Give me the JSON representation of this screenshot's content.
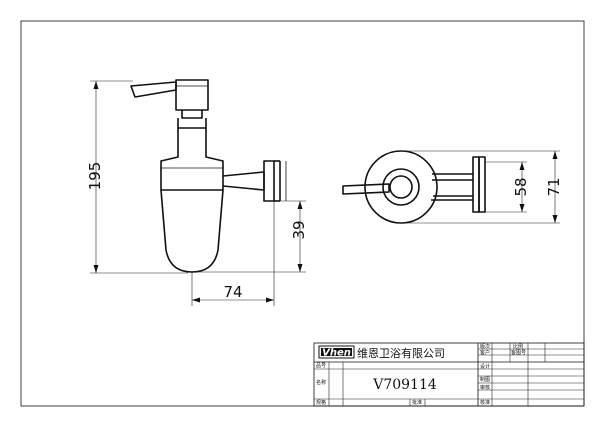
{
  "dimensions": {
    "height_total": "195",
    "height_bracket": "39",
    "projection": "74",
    "side_inner": "58",
    "side_outer": "71"
  },
  "title_block": {
    "logo": "Vhen",
    "company": "维恩卫浴有限公司",
    "model": "V709114",
    "fields": {
      "version": "版次",
      "scale": "比例",
      "customer": "客户",
      "customer_drawing_no": "客图号",
      "part_no": "品号",
      "design": "设计",
      "draw": "制图",
      "name": "名称",
      "review": "审核",
      "spec": "规格",
      "approve": "批准",
      "check": "核准"
    }
  }
}
